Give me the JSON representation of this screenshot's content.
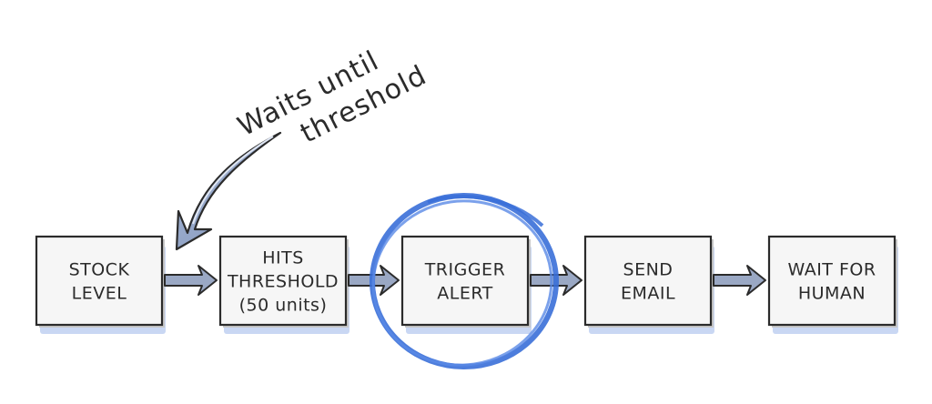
{
  "annotation": {
    "line1": "Waits until",
    "line2": "threshold"
  },
  "steps": [
    {
      "line1": "STOCK",
      "line2": "LEVEL",
      "line3": ""
    },
    {
      "line1": "HITS",
      "line2": "THRESHOLD",
      "line3": "(50 units)"
    },
    {
      "line1": "TRIGGER",
      "line2": "ALERT",
      "line3": ""
    },
    {
      "line1": "SEND",
      "line2": "EMAIL",
      "line3": ""
    },
    {
      "line1": "WAIT FOR",
      "line2": "HUMAN",
      "line3": ""
    }
  ],
  "highlighted_step": 2,
  "colors": {
    "ink": "#2b2b2b",
    "accent_blue": "#3a6fd8",
    "shadow_blue": "#9cb6ea",
    "box_fill": "#f6f6f6",
    "box_shade": "#c8c8c8",
    "arrow_fill": "#9aa8c4"
  }
}
